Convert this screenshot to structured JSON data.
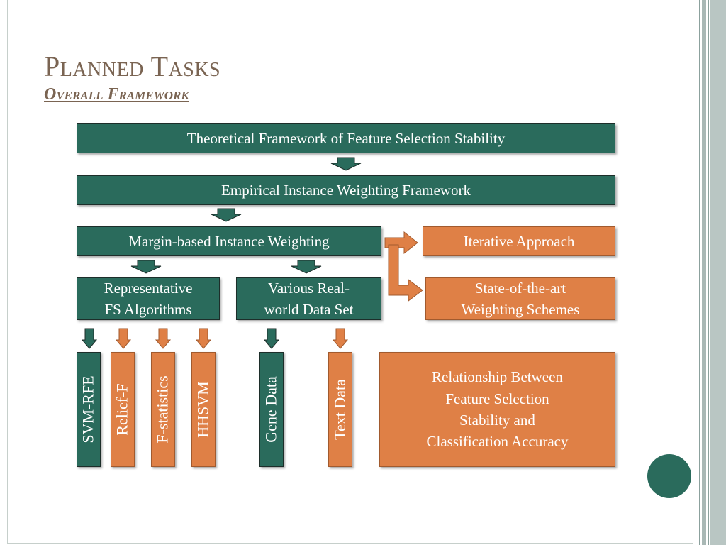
{
  "title": "Planned Tasks",
  "subtitle": "Overall Framework",
  "boxes": {
    "theoretical": "Theoretical Framework of Feature Selection Stability",
    "empirical": "Empirical Instance Weighting Framework",
    "margin": "Margin-based Instance Weighting",
    "iterative": "Iterative Approach",
    "representative_1": "Representative",
    "representative_2": "FS Algorithms",
    "various_1": "Various Real-",
    "various_2": "world Data Set",
    "state_1": "State-of-the-art",
    "state_2": "Weighting Schemes",
    "svm_rfe": "SVM-RFE",
    "relief_f": "Relief-F",
    "f_statistics": "F-statistics",
    "hhsvm": "HHSVM",
    "gene_data": "Gene Data",
    "text_data": "Text Data",
    "relationship_1": "Relationship Between",
    "relationship_2": "Feature Selection",
    "relationship_3": "Stability and",
    "relationship_4": "Classification Accuracy"
  },
  "colors": {
    "green": "#2a6b5c",
    "orange": "#df8046",
    "title": "#7a6452"
  }
}
